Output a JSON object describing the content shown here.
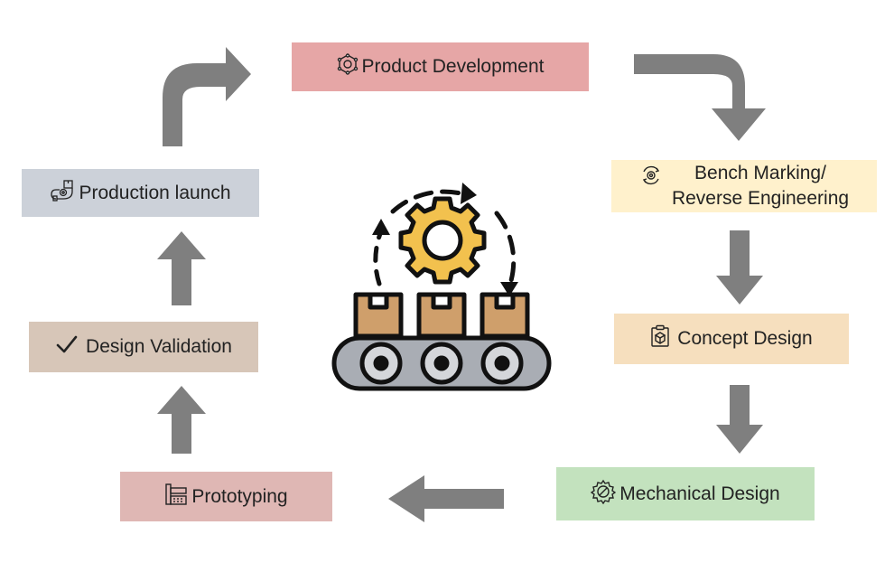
{
  "diagram": {
    "title": "",
    "colors": {
      "arrow": "#7f7f7f",
      "product_development": "#e6a6a6",
      "bench_marking": "#fff1cc",
      "concept_design": "#f6dfbe",
      "mechanical_design": "#c3e2be",
      "prototyping": "#dfb7b4",
      "design_validation": "#d7c6b8",
      "production_launch": "#ccd1d9"
    },
    "steps": [
      {
        "label": "Product Development",
        "icon": "product-network-icon"
      },
      {
        "label": "Bench Marking/\nReverse Engineering",
        "icon": "gear-cycle-icon"
      },
      {
        "label": "Concept Design",
        "icon": "clipboard-icon"
      },
      {
        "label": "Mechanical Design",
        "icon": "gear-pencil-icon"
      },
      {
        "label": "Prototyping",
        "icon": "machine-icon"
      },
      {
        "label": "Design Validation",
        "icon": "checkmark-icon"
      },
      {
        "label": "Production launch",
        "icon": "production-flow-icon"
      }
    ],
    "center_icon": "conveyor-gear-cycle-icon"
  }
}
